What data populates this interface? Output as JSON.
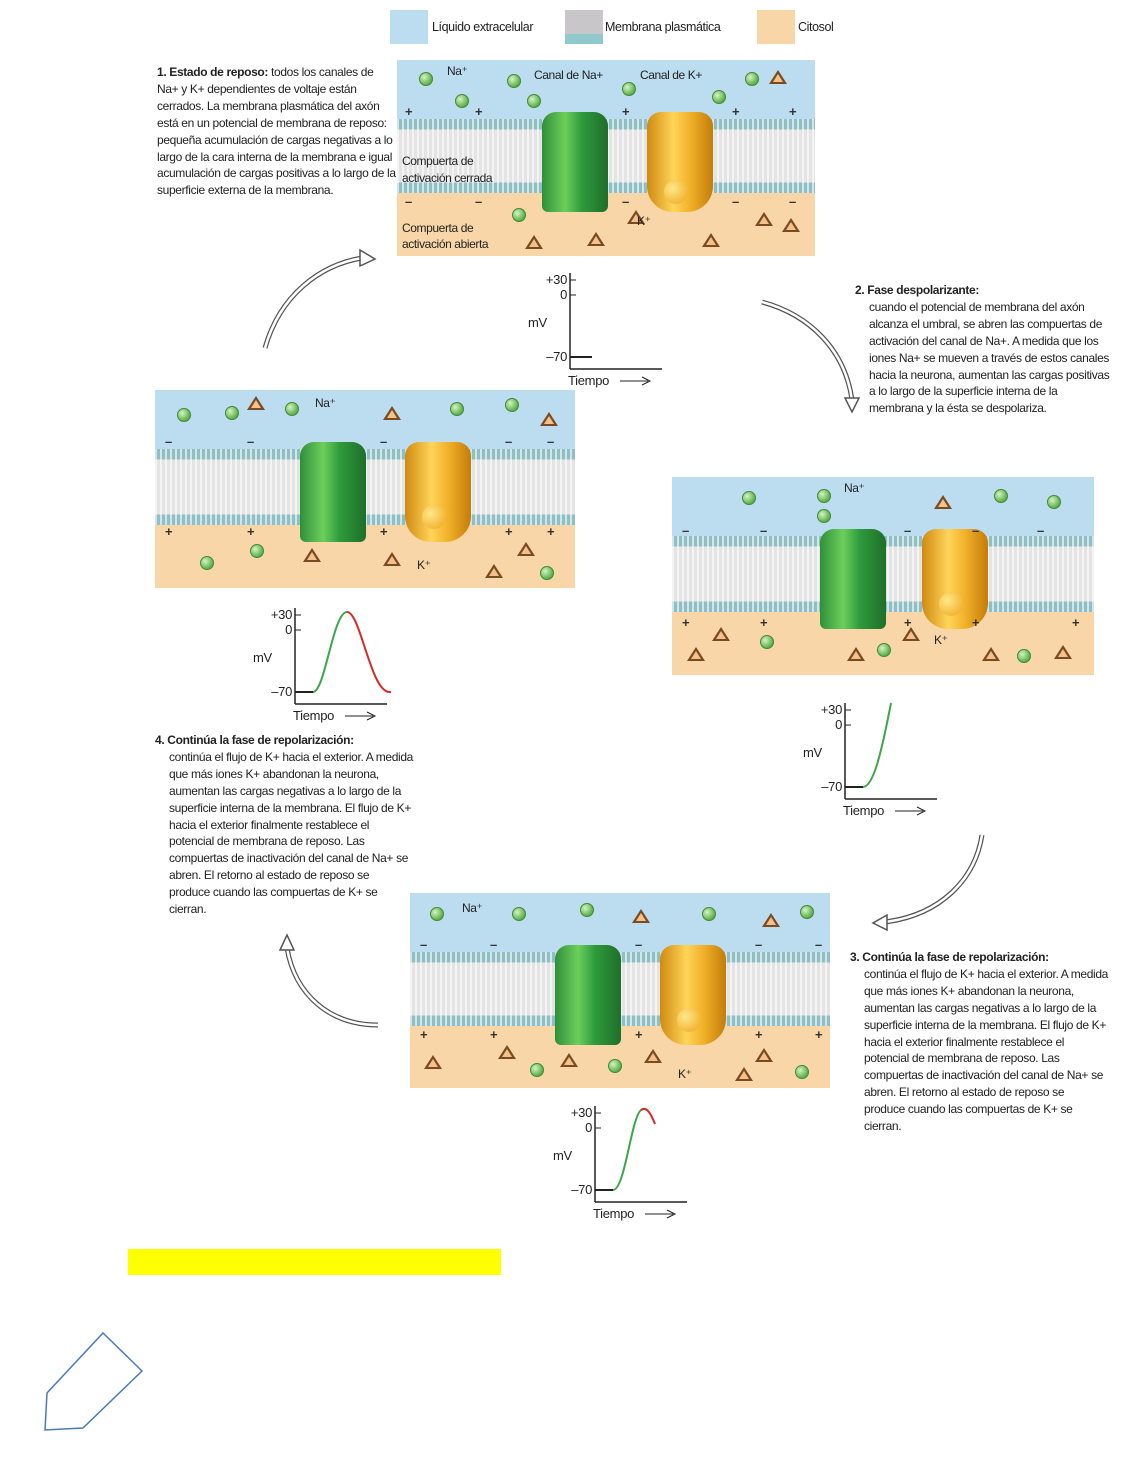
{
  "legend": [
    {
      "label": "Líquido extracelular",
      "color": "#bcdcf0"
    },
    {
      "label": "Membrana plasmática",
      "color": "#c8c6c8",
      "accent": "#8fc9cc"
    },
    {
      "label": "Citosol",
      "color": "#f9d6a8"
    }
  ],
  "labels": {
    "na": "Na⁺",
    "k": "K⁺",
    "na_channel": "Canal de Na+",
    "k_channel": "Canal de K+",
    "gate_closed_1": "Compuerta de",
    "gate_closed_2": "activación cerrada",
    "gate_open_1": "Compuerta de",
    "gate_open_2": "activación abierta"
  },
  "steps": [
    {
      "title": "1. Estado de reposo:",
      "body": "todos los canales de Na+ y K+ dependientes de voltaje están cerrados. La membrana plasmática del axón está en un potencial de membrana de reposo: pequeña acumulación de cargas negativas a lo largo de la cara interna de la membrana e igual acumulación de cargas positivas a lo largo de la superficie externa de la membrana."
    },
    {
      "title": "2. Fase despolarizante:",
      "body": "cuando el potencial de membrana del axón alcanza el umbral, se abren las compuertas de activación del canal de Na+. A medida que los iones Na+ se mueven a través de estos canales hacia la neurona, aumentan las cargas positivas a lo largo de la superficie interna de la membrana y la ésta se despolariza."
    },
    {
      "title": "3. Continúa la fase de repolarización:",
      "body": "continúa el flujo de K+ hacia el exterior. A medida que más iones K+ abandonan la neurona, aumentan las cargas negativas a lo largo de la superficie interna de la membrana. El flujo de K+ hacia el exterior finalmente restablece el potencial de membrana de reposo. Las compuertas de inactivación del canal de Na+ se abren. El retorno al estado de reposo se produce cuando las compuertas de K+ se cierran."
    },
    {
      "title": "4. Continúa la fase de repolarización:",
      "body": "continúa el flujo de K+ hacia el exterior. A medida que más iones K+ abandonan la neurona, aumentan las cargas negativas a lo largo de la superficie interna de la membrana. El flujo de K+ hacia el exterior finalmente restablece el potencial de membrana de reposo. Las compuertas de inactivación del canal de Na+ se abren. El retorno al estado de reposo se produce cuando las compuertas de K+ se cierran."
    }
  ],
  "graph": {
    "tick_top": "+30",
    "tick_zero": "0",
    "tick_bottom": "–70",
    "ylabel": "mV",
    "xlabel": "Tiempo"
  },
  "colors": {
    "depolarizing": "#3aa848",
    "repolarizing": "#d42a2a",
    "highlight": "#ffff00"
  }
}
